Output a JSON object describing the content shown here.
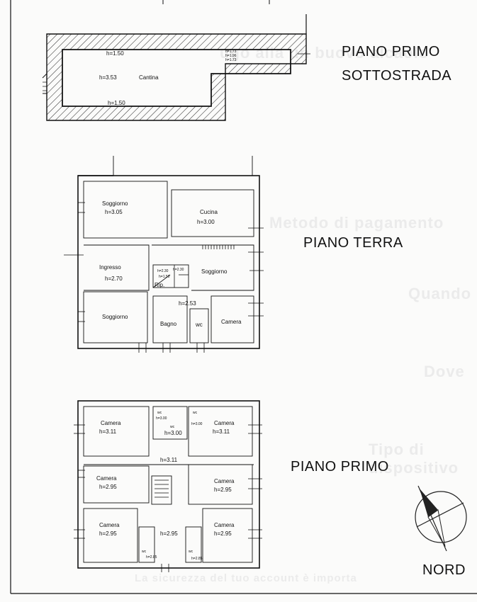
{
  "titles": {
    "sottostrada_line1": "PIANO PRIMO",
    "sottostrada_line2": "SOTTOSTRADA",
    "terra": "PIANO TERRA",
    "primo": "PIANO PRIMO",
    "nord": "NORD"
  },
  "sottostrada": {
    "cantina": "Cantina",
    "h_top": "h=1.50",
    "h_mid": "h=3.53",
    "h_bottom": "h=1.50",
    "h_small_1": "h=1.73",
    "h_small_2": "h=1.96",
    "h_small_3": "h=1.73"
  },
  "terra": {
    "soggiorno_1_name": "Soggiorno",
    "soggiorno_1_h": "h=3.05",
    "cucina_name": "Cucina",
    "cucina_h": "h=3.00",
    "ingresso_name": "Ingresso",
    "ingresso_h": "h=2.70",
    "soggiorno_2_name": "Soggiorno",
    "soggiorno_3_name": "Soggiorno",
    "rip": "Rip.",
    "rip_h1": "h=2.30",
    "rip_h2": "h=1.50",
    "rip_h3": "h=2.30",
    "corridor_h": "h=2.53",
    "bagno": "Bagno",
    "wc": "wc",
    "camera": "Camera"
  },
  "primo": {
    "camera_1_name": "Camera",
    "camera_1_h": "h=3.11",
    "wc_1": "wc",
    "wc_1_h": "h=3.00",
    "wc_2": "wc",
    "wc_2_h": "h=3.00",
    "mid_h": "h=3.00",
    "wc_3": "wc",
    "camera_2_name": "Camera",
    "camera_2_h": "h=3.11",
    "corridor_h": "h=3.11",
    "camera_3_name": "Camera",
    "camera_3_h": "h=2.95",
    "camera_4_name": "Camera",
    "camera_4_h": "h=2.95",
    "camera_5_name": "Camera",
    "camera_5_h": "h=2.95",
    "wc_4": "wc",
    "wc_4_h": "h=2.85",
    "bottom_mid_h": "h=2.95",
    "wc_5": "wc",
    "wc_5_h": "h=2.85",
    "camera_6_name": "Camera",
    "camera_6_h": "h=2.95"
  }
}
